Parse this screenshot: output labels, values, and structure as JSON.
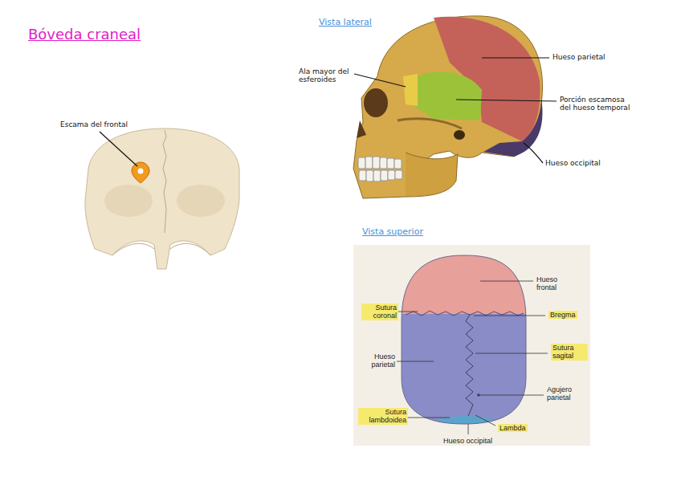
{
  "diagram": {
    "title": "Bóveda craneal",
    "labels": [
      "Escama del frontal",
      "Vista lateral",
      "Ala mayor del esferoides",
      "Hueso parietal",
      "Porción escamosa del hueso temporal",
      "Hueso occipital",
      "Vista superior",
      "Hueso frontal",
      "Sutura coronal",
      "Bregma",
      "Hueso parietal",
      "Sutura sagital",
      "Agujero parietal",
      "Sutura lambdoidea",
      "Lambda",
      "Hueso occipital"
    ]
  }
}
